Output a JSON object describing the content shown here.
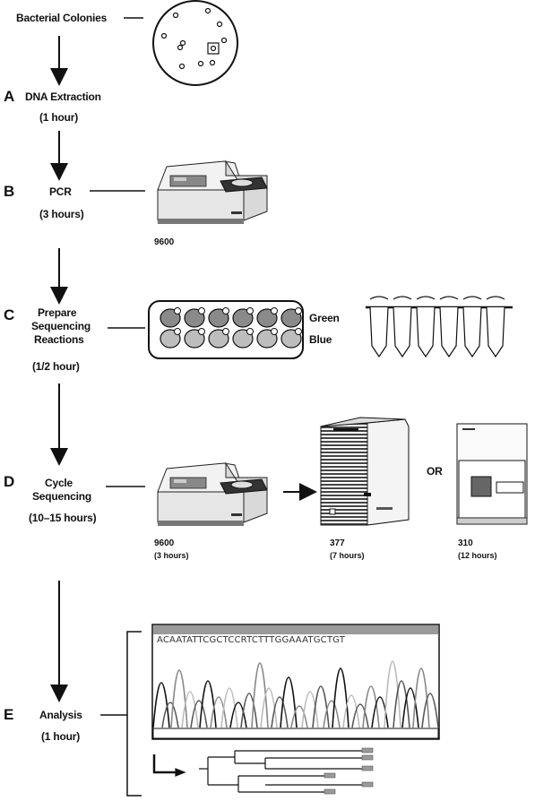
{
  "steps": {
    "colonies": "Bacterial Colonies",
    "a": {
      "letter": "A",
      "title": "DNA Extraction",
      "time": "(1 hour)"
    },
    "b": {
      "letter": "B",
      "title": "PCR",
      "time": "(3 hours)",
      "device": "9600"
    },
    "c": {
      "letter": "C",
      "title_line1": "Prepare",
      "title_line2": "Sequencing",
      "title_line3": "Reactions",
      "time": "(1/2 hour)",
      "green": "Green",
      "blue": "Blue"
    },
    "d": {
      "letter": "D",
      "title_line1": "Cycle",
      "title_line2": "Sequencing",
      "time": "(10–15 hours)",
      "or": "OR",
      "dev1": "9600",
      "dev1_time": "(3 hours)",
      "dev2": "377",
      "dev2_time": "(7 hours)",
      "dev3": "310",
      "dev3_time": "(12 hours)"
    },
    "e": {
      "letter": "E",
      "title": "Analysis",
      "time": "(1 hour)"
    }
  },
  "sequence": "ACAATATTCGCTCCRTCTTTGGAAATGCTGT",
  "colors": {
    "line": "#111111",
    "panel_gray": "#9a9a9a"
  }
}
